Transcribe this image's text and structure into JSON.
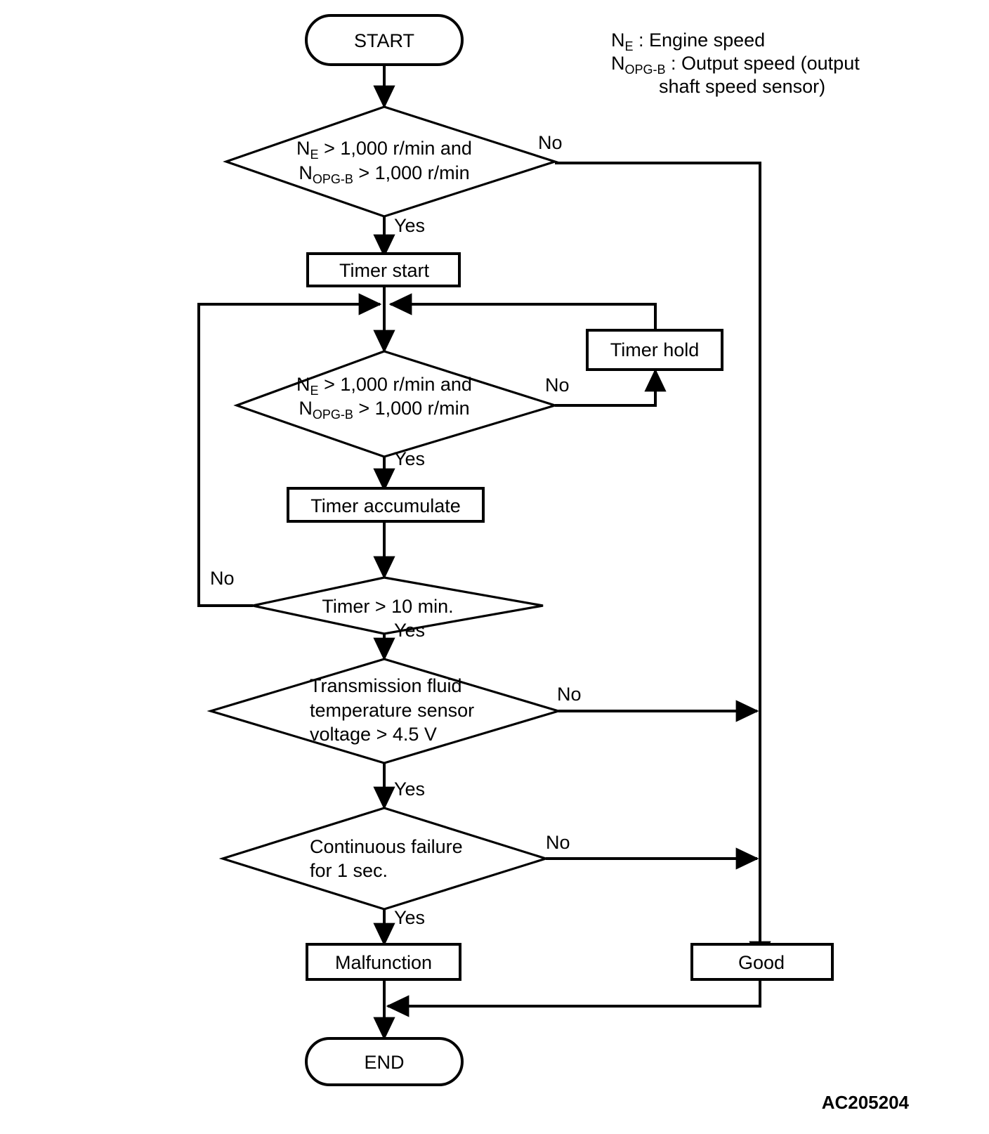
{
  "diagram": {
    "title": "Transmission fluid temperature sensor diagnostic flowchart",
    "figure_code": "AC205204",
    "background_color": "#ffffff",
    "line_color": "#000000"
  },
  "legend": {
    "entries": [
      {
        "symbol": "N",
        "subscript": "E",
        "separator": " : ",
        "definition": "Engine speed"
      },
      {
        "symbol": "N",
        "subscript": "OPG-B",
        "separator": " : ",
        "definition": "Output speed (output",
        "definition_line2": "shaft speed sensor)"
      }
    ]
  },
  "nodes": {
    "start": {
      "label": "START",
      "shape": "terminator"
    },
    "decision1": {
      "shape": "decision",
      "line1_prefix": "N",
      "line1_sub": "E",
      "line1_rest": " > 1,000 r/min and",
      "line2_prefix": "N",
      "line2_sub": "OPG-B",
      "line2_rest": " > 1,000 r/min",
      "yes_label": "Yes",
      "no_label": "No"
    },
    "timer_start": {
      "label": "Timer start",
      "shape": "process"
    },
    "decision2": {
      "shape": "decision",
      "line1_prefix": "N",
      "line1_sub": "E",
      "line1_rest": " > 1,000 r/min and",
      "line2_prefix": "N",
      "line2_sub": "OPG-B",
      "line2_rest": " > 1,000 r/min",
      "yes_label": "Yes",
      "no_label": "No"
    },
    "timer_hold": {
      "label": "Timer hold",
      "shape": "process"
    },
    "timer_accumulate": {
      "label": "Timer accumulate",
      "shape": "process"
    },
    "decision3": {
      "shape": "decision",
      "label": "Timer > 10 min.",
      "yes_label": "Yes",
      "no_label": "No"
    },
    "decision4": {
      "shape": "decision",
      "line1": "Transmission fluid",
      "line2": "temperature sensor",
      "line3": "voltage > 4.5 V",
      "yes_label": "Yes",
      "no_label": "No"
    },
    "decision5": {
      "shape": "decision",
      "line1": "Continuous failure",
      "line2": "for 1 sec.",
      "yes_label": "Yes",
      "no_label": "No"
    },
    "malfunction": {
      "label": "Malfunction",
      "shape": "process"
    },
    "good": {
      "label": "Good",
      "shape": "process"
    },
    "end": {
      "label": "END",
      "shape": "terminator"
    }
  }
}
